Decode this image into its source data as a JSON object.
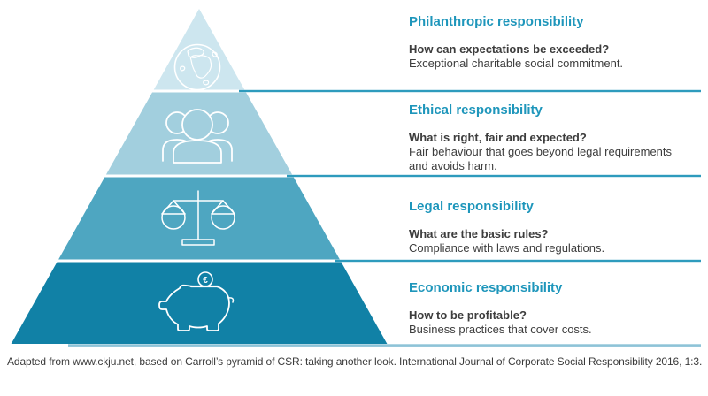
{
  "diagram": {
    "name": "Carroll's pyramid of CSR",
    "heading_color": "#1e96bb",
    "line_color": "#2e9bbd",
    "bottom_line_color": "#8dc3d7",
    "icon_stroke_color": "#ffffff",
    "text_color": "#3d3d3d"
  },
  "levels": [
    {
      "name": "Philanthropic responsibility",
      "question": "How can expectations be exceeded?",
      "description": "Exceptional charitable social commitment.",
      "icon": "globe-icon",
      "color": "#cde6ef"
    },
    {
      "name": "Ethical responsibility",
      "question": "What is right, fair and expected?",
      "description": "Fair behaviour that goes beyond legal requirements and avoids harm.",
      "icon": "people-icon",
      "color": "#a2cfde"
    },
    {
      "name": "Legal responsibility",
      "question": "What are the basic rules?",
      "description": "Compliance with laws and regulations.",
      "icon": "scales-icon",
      "color": "#4ea6c1"
    },
    {
      "name": "Economic responsibility",
      "question": "How to be profitable?",
      "description": "Business practices that cover costs.",
      "icon": "piggy-bank-icon",
      "color": "#1181a6"
    }
  ],
  "caption": "Adapted from www.ckju.net, based on Carroll’s pyramid of CSR: taking another look. International Journal of Corporate Social Responsibility 2016, 1:3.",
  "coin_symbol": "€"
}
